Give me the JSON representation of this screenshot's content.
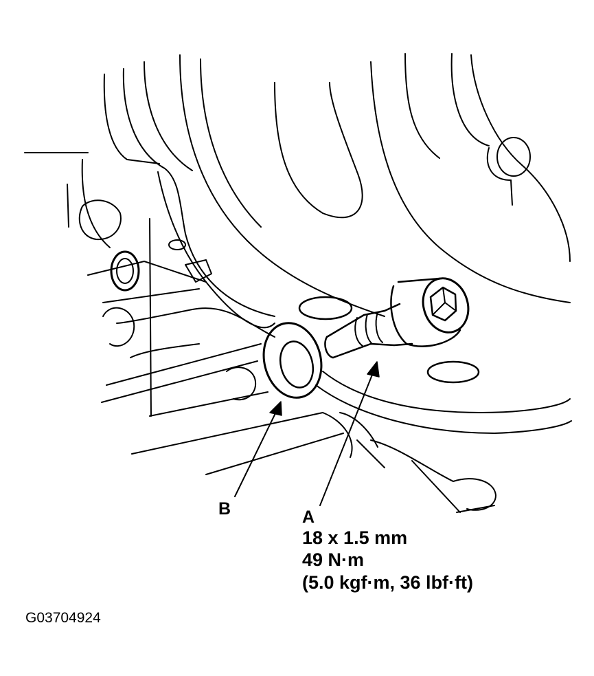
{
  "callouts": {
    "b": "B",
    "a": "A"
  },
  "spec": {
    "size": "18 x 1.5 mm",
    "torque_nm": "49 N·m",
    "torque_alt": "(5.0 kgf·m, 36 lbf·ft)"
  },
  "figure_code": "G03704924"
}
